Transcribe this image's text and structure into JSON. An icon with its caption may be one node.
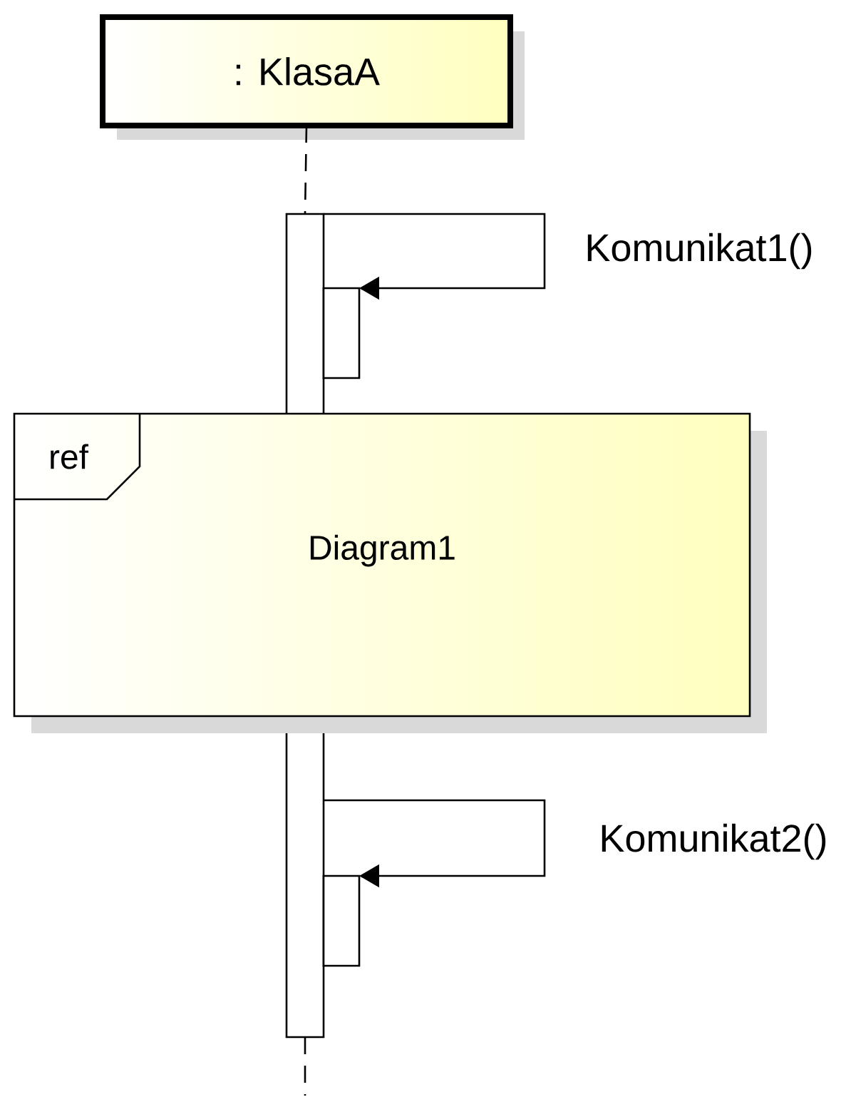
{
  "diagram": {
    "nodes": [
      {
        "text": [
          ": KlasaA"
        ]
      },
      {
        "text": [],
        "shape": "bar"
      },
      {
        "text": [
          "ref",
          "Diagram1"
        ]
      },
      {
        "text": [],
        "shape": "bar"
      },
      {
        "text": [],
        "shape": "bar"
      }
    ],
    "edges": [
      {
        "from": 0,
        "to": 1,
        "arrow": "none",
        "style": "dashed"
      },
      {
        "from": 1,
        "to": 3,
        "arrow": "to",
        "label": "Komunikat1()"
      },
      {
        "from": 1,
        "to": 4,
        "arrow": "to",
        "label": "Komunikat2()"
      },
      {
        "from": 1,
        "to": null,
        "arrow": "none",
        "style": "dashed"
      }
    ]
  }
}
